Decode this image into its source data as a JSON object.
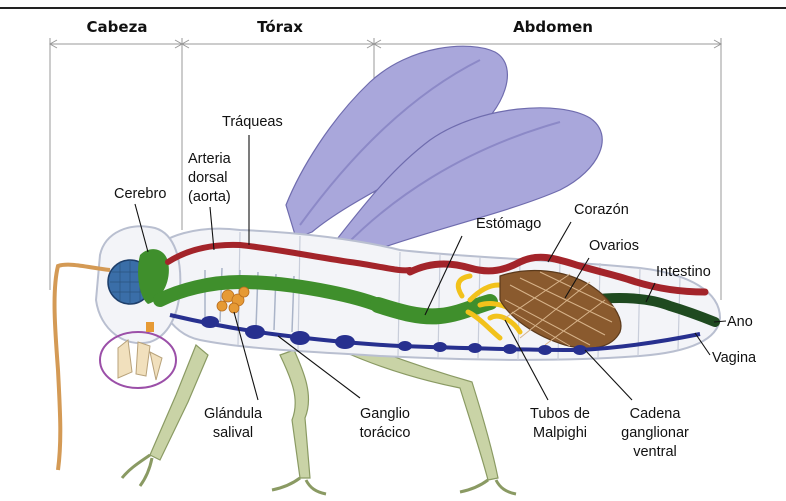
{
  "sections": {
    "head": "Cabeza",
    "thorax": "Tórax",
    "abdomen": "Abdomen"
  },
  "labels": {
    "traqueas": "Tráqueas",
    "arteria_1": "Arteria",
    "arteria_2": "dorsal",
    "arteria_3": "(aorta)",
    "cerebro": "Cerebro",
    "estomago": "Estómago",
    "corazon": "Corazón",
    "ovarios": "Ovarios",
    "intestino": "Intestino",
    "ano": "Ano",
    "vagina": "Vagina",
    "glandula_1": "Glándula",
    "glandula_2": "salival",
    "ganglio_1": "Ganglio",
    "ganglio_2": "torácico",
    "tubos_1": "Tubos de",
    "tubos_2": "Malpighi",
    "cadena_1": "Cadena",
    "cadena_2": "ganglionar",
    "cadena_3": "ventral"
  },
  "colors": {
    "wing": "#a9a7db",
    "wing_vein": "#8c89c7",
    "body_outline": "#b9bfd0",
    "body_fill": "#f3f4f8",
    "leg": "#c9d3a6",
    "artery": "#a3242a",
    "gut": "#3f8f2c",
    "nerve": "#27308f",
    "eye": "#3a6ea8",
    "malpighi": "#f2c21b",
    "ovary": "#8a5a2e",
    "intestine": "#1f4a20",
    "gland": "#e69a35",
    "mouth_ring": "#9b4fa8"
  }
}
